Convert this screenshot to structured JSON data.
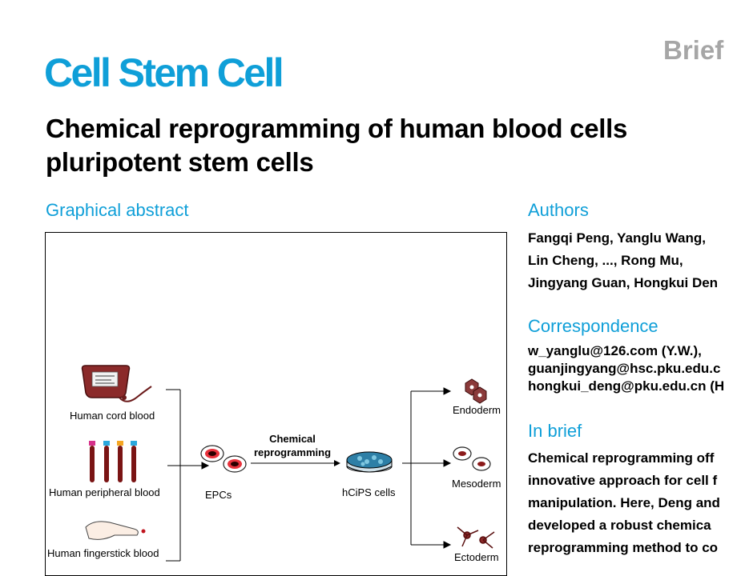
{
  "header": {
    "article_type": "Brief",
    "journal": "Cell Stem Cell"
  },
  "title_lines": [
    "Chemical reprogramming of human blood cells",
    "pluripotent stem cells"
  ],
  "graphical_abstract": {
    "heading": "Graphical abstract",
    "sources": [
      "Human cord blood",
      "Human peripheral blood",
      "Human fingerstick blood"
    ],
    "intermediate": "EPCs",
    "process_lines": [
      "Chemical",
      "reprogramming"
    ],
    "product": "hCiPS cells",
    "lineages": [
      "Endoderm",
      "Mesoderm",
      "Ectoderm"
    ],
    "colors": {
      "bag": "#8b2a2a",
      "blood": "#7a1414",
      "tube_caps": [
        "#d6318a",
        "#2aa8dd",
        "#f5a623",
        "#2aa8dd"
      ],
      "cell_ring": "#e8323c",
      "dish": "#2d7fa6"
    }
  },
  "authors": {
    "heading": "Authors",
    "lines": [
      "Fangqi Peng, Yanglu Wang,",
      "Lin Cheng, ..., Rong Mu,",
      "Jingyang Guan, Hongkui Den"
    ]
  },
  "correspondence": {
    "heading": "Correspondence",
    "lines": [
      "w_yanglu@126.com (Y.W.),",
      "guanjingyang@hsc.pku.edu.c",
      "hongkui_deng@pku.edu.cn (H"
    ]
  },
  "in_brief": {
    "heading": "In brief",
    "lines": [
      "Chemical reprogramming off",
      "innovative approach for cell f",
      "manipulation. Here, Deng and",
      "developed a robust chemica",
      "reprogramming method to co"
    ]
  }
}
